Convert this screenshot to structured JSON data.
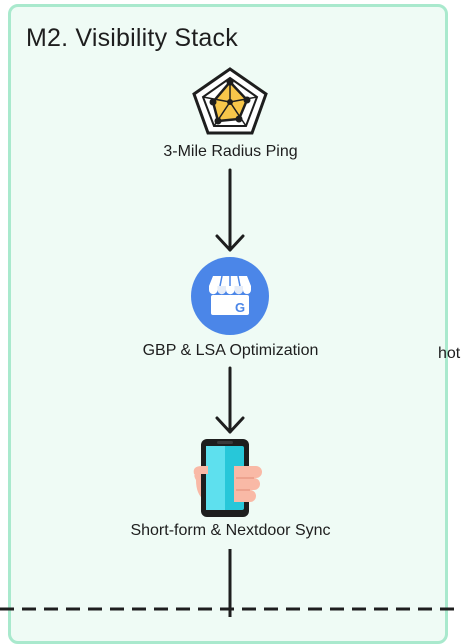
{
  "diagram": {
    "section_title": "M2. Visibility Stack",
    "nodes": [
      {
        "label": "3-Mile Radius Ping",
        "icon": "radar-pentagon-icon"
      },
      {
        "label": "GBP & LSA Optimization",
        "icon": "google-business-store-icon"
      },
      {
        "label": "Short-form & Nextdoor Sync",
        "icon": "hand-holding-phone-icon"
      }
    ],
    "edge_label_fragment": "hot"
  },
  "colors": {
    "panel_bg": "#effbf5",
    "panel_border": "#a9e9cd",
    "arrow": "#1e1e1e",
    "radar_fill": "#f7c64a",
    "google_blue": "#4b86e8",
    "phone_screen": "#27c7d9"
  }
}
